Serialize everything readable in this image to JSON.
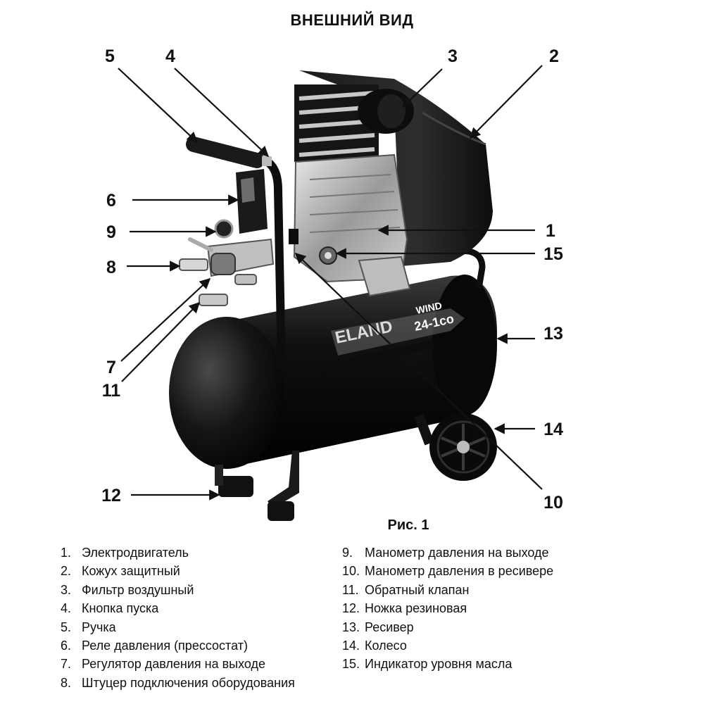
{
  "title": "ВНЕШНИЙ ВИД",
  "figure_caption": "Рис. 1",
  "brand": {
    "logo_text": "ELAND",
    "model_line1": "WIND",
    "model_line2": "24-1co",
    "subtitle": "AIR COMPRESSOR"
  },
  "callouts": [
    "1",
    "2",
    "3",
    "4",
    "5",
    "6",
    "7",
    "8",
    "9",
    "10",
    "11",
    "12",
    "13",
    "14",
    "15"
  ],
  "legend_left": [
    {
      "num": "1.",
      "text": "Электродвигатель"
    },
    {
      "num": "2.",
      "text": "Кожух защитный"
    },
    {
      "num": "3.",
      "text": "Фильтр воздушный"
    },
    {
      "num": "4.",
      "text": "Кнопка пуска"
    },
    {
      "num": "5.",
      "text": "Ручка"
    },
    {
      "num": "6.",
      "text": "Реле давления (прессостат)"
    },
    {
      "num": "7.",
      "text": "Регулятор давления на выходе"
    },
    {
      "num": "8.",
      "text": "Штуцер подключения оборудования"
    }
  ],
  "legend_right": [
    {
      "num": "9.",
      "text": "Манометр давления на выходе"
    },
    {
      "num": "10.",
      "text": "Манометр давления в ресивере"
    },
    {
      "num": "11.",
      "text": "Обратный клапан"
    },
    {
      "num": "12.",
      "text": "Ножка резиновая"
    },
    {
      "num": "13.",
      "text": "Ресивер"
    },
    {
      "num": "14.",
      "text": "Колесо"
    },
    {
      "num": "15.",
      "text": "Индикатор уровня масла"
    }
  ]
}
